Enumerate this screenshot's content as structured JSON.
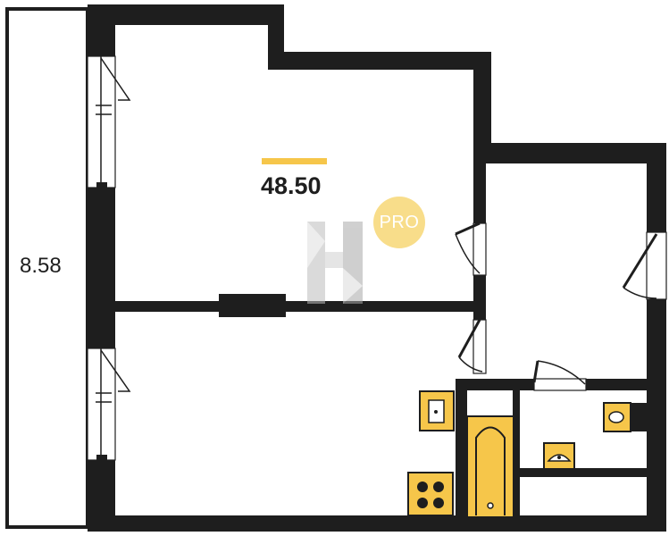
{
  "plan": {
    "total_area": "48.50",
    "balcony_area": "8.58",
    "badge_text": "PRO",
    "watermark_letter": "H"
  },
  "colors": {
    "wall": "#1e1e1e",
    "accent": "#f6c64a",
    "badge": "#f8dd8a",
    "watermark": "#c8c8c8"
  },
  "icons": [
    "door-swing-icon",
    "window-icon",
    "bathtub-icon",
    "sink-icon",
    "toilet-icon",
    "stove-icon",
    "logo-watermark-icon"
  ]
}
